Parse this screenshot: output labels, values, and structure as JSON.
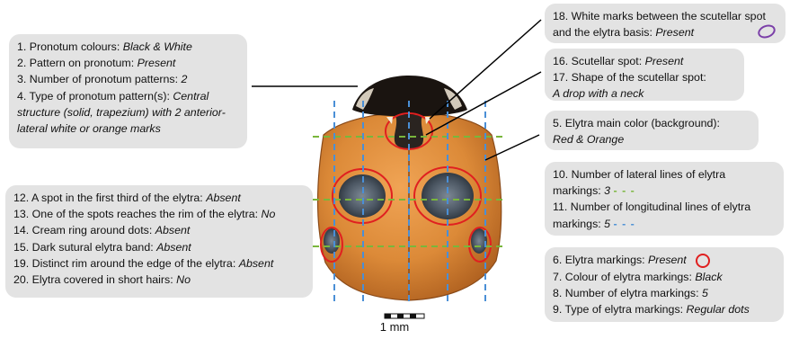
{
  "pronotum_box": {
    "lines": [
      {
        "label": "1. Pronotum colours: ",
        "value": "Black & White"
      },
      {
        "label": "2. Pattern on pronotum: ",
        "value": "Present"
      },
      {
        "label": "3. Number of pronotum patterns: ",
        "value": "2"
      },
      {
        "label": "4. Type of pronotum pattern(s): ",
        "value": "Central structure (solid, trapezium) with 2 anterior-lateral white or orange marks"
      }
    ]
  },
  "spots_box": {
    "lines": [
      {
        "label": "12. A spot in the first third of the elytra: ",
        "value": "Absent"
      },
      {
        "label": "13. One of the spots reaches the rim of the elytra: ",
        "value": "No"
      },
      {
        "label": "14. Cream ring around dots: ",
        "value": "Absent"
      },
      {
        "label": "15. Dark sutural elytra band: ",
        "value": "Absent"
      },
      {
        "label": "19. Distinct rim around the edge of the elytra: ",
        "value": "Absent"
      },
      {
        "label": "20. Elytra covered in short hairs: ",
        "value": "No"
      }
    ]
  },
  "white_marks_box": {
    "label": "18. White marks between the scutellar spot and the elytra basis: ",
    "value": "Present"
  },
  "scutellar_box": {
    "line16_label": "16. Scutellar spot: ",
    "line16_value": "Present",
    "line17_label": "17. Shape of the scutellar spot:",
    "line17_value": "A drop with a neck"
  },
  "main_color_box": {
    "label": "5. Elytra main color (background):",
    "value": "Red & Orange"
  },
  "lines_box": {
    "line10_label": "10. Number of lateral lines of elytra markings: ",
    "line10_value": "3",
    "line11_label": "11. Number of longitudinal lines of elytra markings: ",
    "line11_value": "5",
    "lateral_dash": "- - -",
    "longitudinal_dash": "- - -"
  },
  "markings_box": {
    "lines": [
      {
        "label": "6. Elytra markings: ",
        "value": "Present"
      },
      {
        "label": "7. Colour of elytra markings: ",
        "value": "Black"
      },
      {
        "label": "8. Number of elytra markings: ",
        "value": "5"
      },
      {
        "label": "9. Type of elytra markings: ",
        "value": "Regular dots"
      }
    ]
  },
  "scale_bar": {
    "label": "1 mm"
  },
  "colors": {
    "box_bg": "#e3e3e3",
    "green_dash": "#79b63c",
    "blue_dash": "#4a8fd6",
    "red_circle": "#e02020",
    "purple_ellipse": "#7b3fa8",
    "beetle_orange": "#d98a3a",
    "pronotum_black": "#1a1410"
  }
}
